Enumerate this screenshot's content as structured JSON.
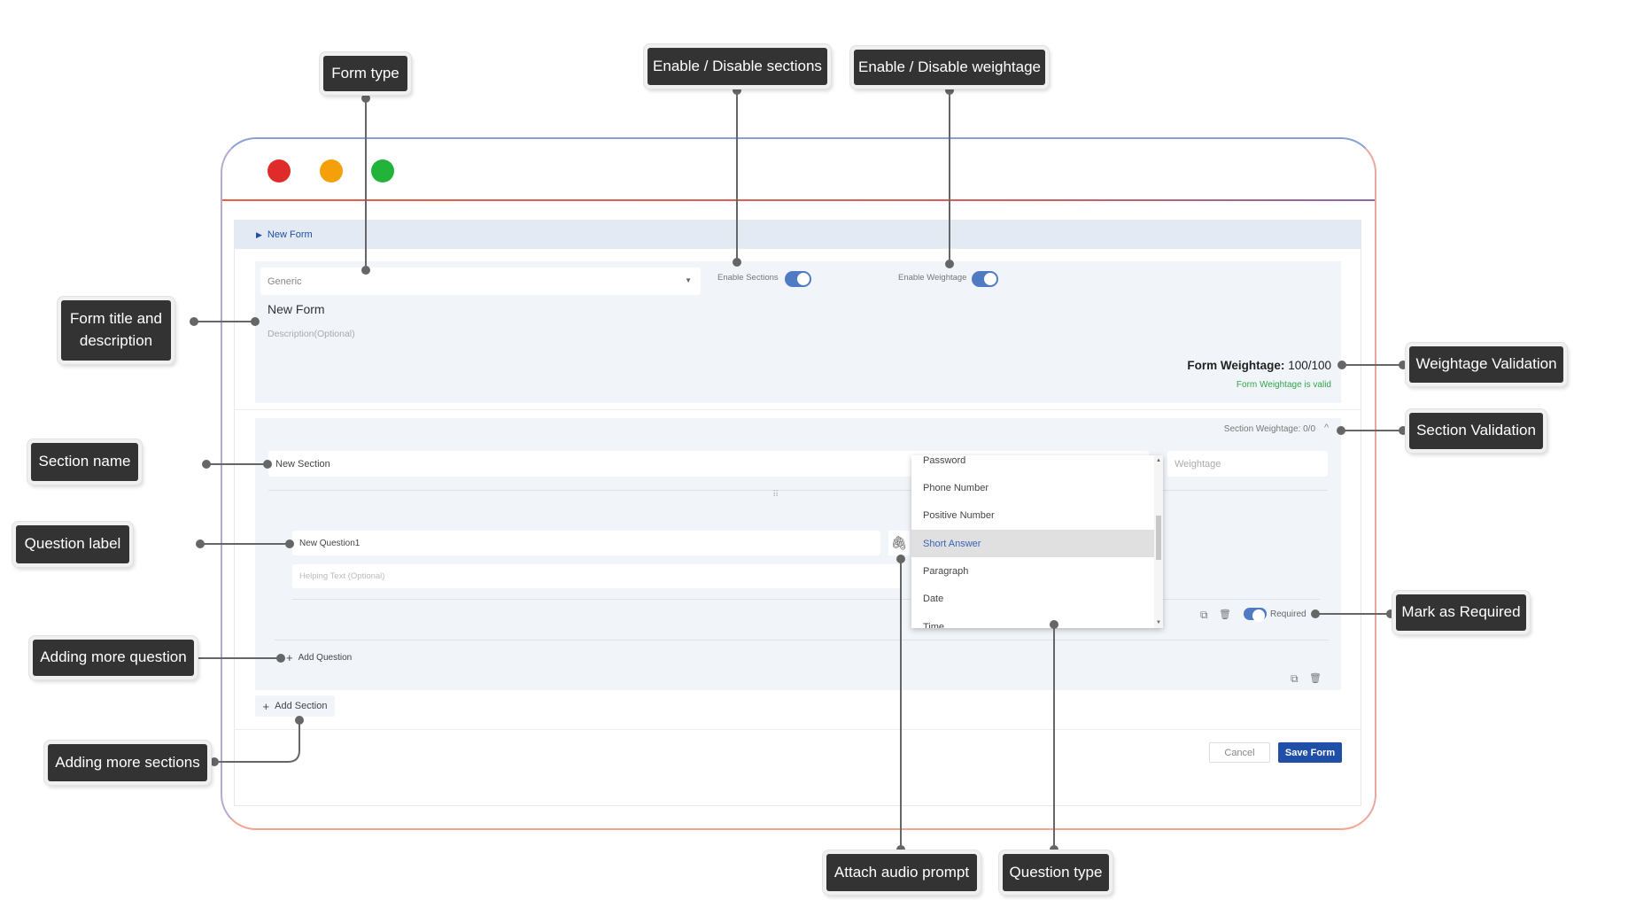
{
  "window": {
    "controls": {
      "close_color": "#e02b2b",
      "minimize_color": "#f5a00a",
      "maximize_color": "#22b33a"
    }
  },
  "breadcrumb": {
    "label": "New Form"
  },
  "form": {
    "type_value": "Generic",
    "enable_sections_label": "Enable Sections",
    "enable_sections": true,
    "enable_weightage_label": "Enable Weightage",
    "enable_weightage": true,
    "title": "New Form",
    "description_placeholder": "Description(Optional)",
    "weightage_label": "Form Weightage:",
    "weightage_value": "100/100",
    "weightage_status": "Form Weightage is valid"
  },
  "section": {
    "weightage_text": "Section Weightage: 0/0",
    "name": "New Section",
    "weightage_placeholder": "Weightage",
    "question": {
      "label": "New Question1",
      "helping_placeholder": "Helping Text (Optional)",
      "required_label": "Required",
      "required": true
    },
    "add_question": "Add Question",
    "question_type_options": [
      "Password",
      "Phone Number",
      "Positive Number",
      "Short Answer",
      "Paragraph",
      "Date",
      "Time"
    ],
    "selected_type": "Short Answer"
  },
  "add_section": "Add Section",
  "actions": {
    "cancel": "Cancel",
    "save": "Save Form"
  },
  "callouts": {
    "form_type": "Form type",
    "sections": "Enable / Disable sections",
    "weightage": "Enable / Disable weightage",
    "title_desc": "Form title and description",
    "section_name": "Section name",
    "question_label": "Question label",
    "more_question": "Adding more question",
    "more_sections": "Adding more sections",
    "weightage_validation": "Weightage Validation",
    "section_validation": "Section Validation",
    "required": "Mark as Required",
    "audio": "Attach audio prompt",
    "question_type": "Question type"
  },
  "colors": {
    "primary": "#1f4fa6",
    "valid": "#2ea84a",
    "callout_bg": "#333333"
  }
}
